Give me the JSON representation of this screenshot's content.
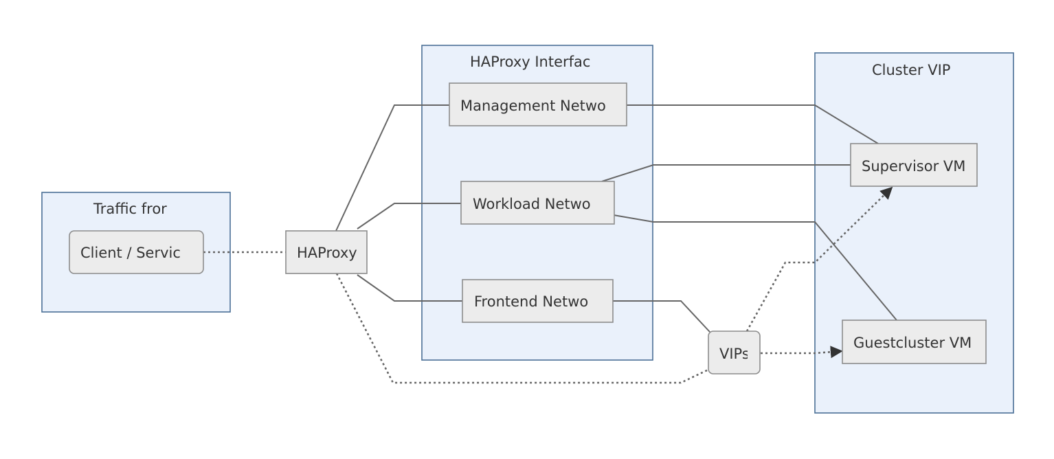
{
  "diagram": {
    "clusters": {
      "traffic": {
        "title": "Traffic fror"
      },
      "haproxy_interfaces": {
        "title": "HAProxy Interfac"
      },
      "cluster_vip": {
        "title": "Cluster VIP"
      }
    },
    "nodes": {
      "client": {
        "label": "Client / Servic"
      },
      "haproxy": {
        "label": "HAProxy"
      },
      "management": {
        "label": "Management Netwo"
      },
      "workload": {
        "label": "Workload Netwo"
      },
      "frontend": {
        "label": "Frontend Netwo"
      },
      "vips": {
        "label": "VIPs"
      },
      "supervisor": {
        "label": "Supervisor VM"
      },
      "guestcluster": {
        "label": "Guestcluster VM"
      }
    }
  }
}
